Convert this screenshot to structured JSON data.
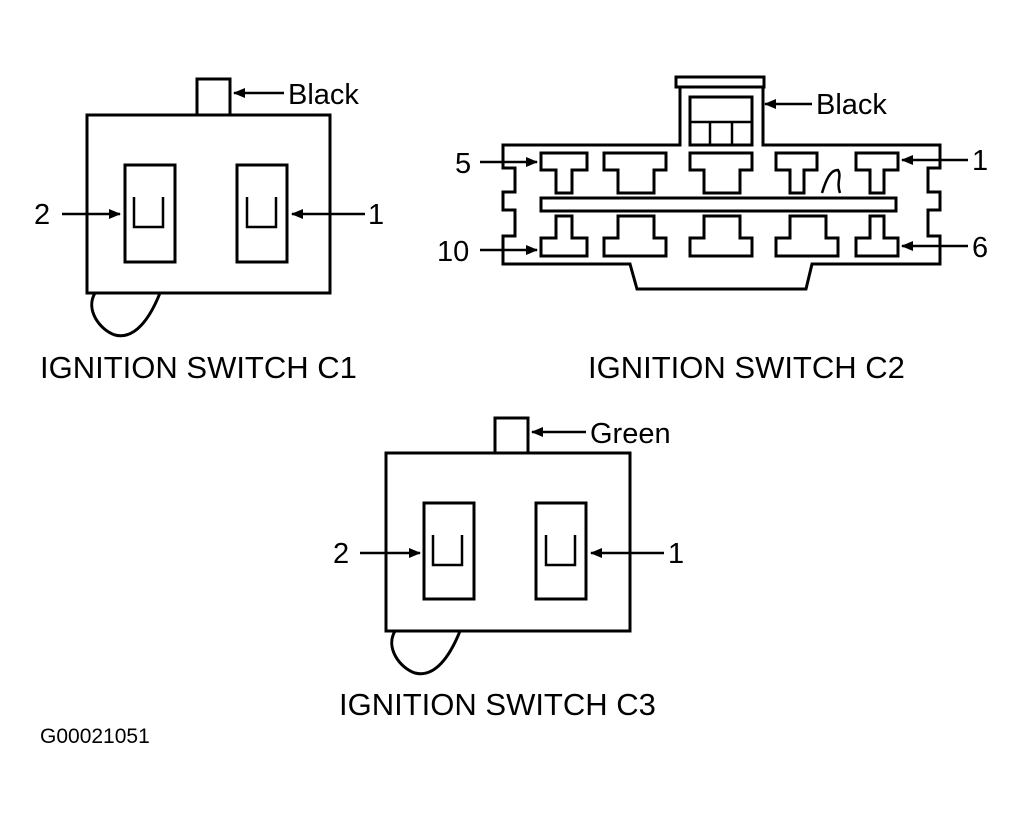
{
  "connectors": [
    {
      "id": "c1",
      "title": "IGNITION SWITCH C1",
      "color_label": "Black",
      "pin_left": "2",
      "pin_right": "1"
    },
    {
      "id": "c2",
      "title": "IGNITION SWITCH C2",
      "color_label": "Black",
      "pin_top_left": "5",
      "pin_top_right": "1",
      "pin_bottom_left": "10",
      "pin_bottom_right": "6"
    },
    {
      "id": "c3",
      "title": "IGNITION SWITCH C3",
      "color_label": "Green",
      "pin_left": "2",
      "pin_right": "1"
    }
  ],
  "figure_code": "G00021051"
}
